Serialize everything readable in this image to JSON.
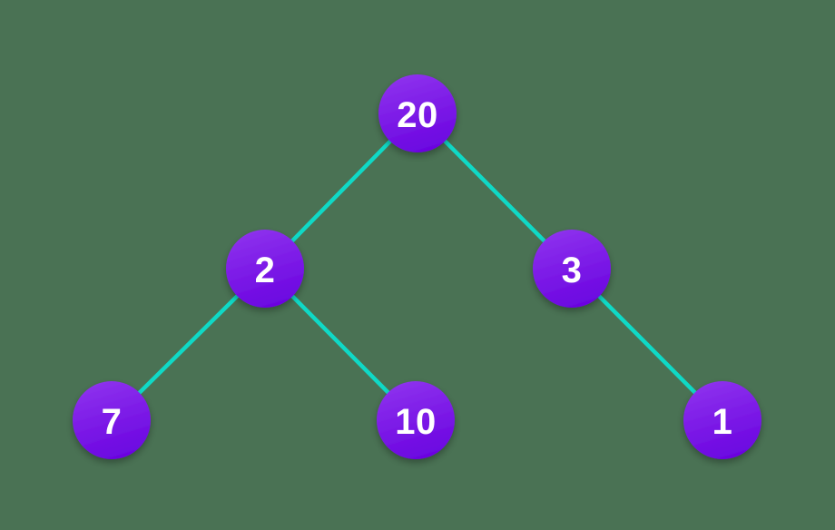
{
  "diagram": {
    "type": "binary-tree",
    "background_color": "#4A7254",
    "edge_color": "#0FD9C6",
    "node_fill_top": "#8F34EE",
    "node_fill_bottom": "#6C06E1",
    "node_text_color": "#FFFFFF",
    "nodes": [
      {
        "id": "20",
        "label": "20",
        "left_child": "2",
        "right_child": "3"
      },
      {
        "id": "2",
        "label": "2",
        "left_child": "7",
        "right_child": "10"
      },
      {
        "id": "3",
        "label": "3",
        "left_child": null,
        "right_child": "1"
      },
      {
        "id": "7",
        "label": "7",
        "left_child": null,
        "right_child": null
      },
      {
        "id": "10",
        "label": "10",
        "left_child": null,
        "right_child": null
      },
      {
        "id": "1",
        "label": "1",
        "left_child": null,
        "right_child": null
      }
    ],
    "edges": [
      {
        "from": "20",
        "to": "2"
      },
      {
        "from": "20",
        "to": "3"
      },
      {
        "from": "2",
        "to": "7"
      },
      {
        "from": "2",
        "to": "10"
      },
      {
        "from": "3",
        "to": "1"
      }
    ]
  }
}
